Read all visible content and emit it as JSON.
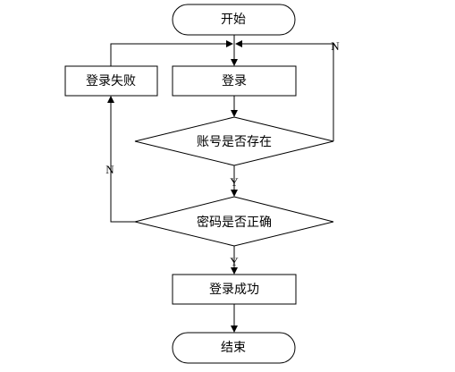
{
  "flowchart": {
    "nodes": {
      "start": "开始",
      "login": "登录",
      "login_fail": "登录失败",
      "check_account": "账号是否存在",
      "check_password": "密码是否正确",
      "login_success": "登录成功",
      "end": "结束"
    },
    "edge_labels": {
      "account_no": "N",
      "account_yes": "Y",
      "password_no": "N",
      "password_yes": "Y"
    }
  }
}
